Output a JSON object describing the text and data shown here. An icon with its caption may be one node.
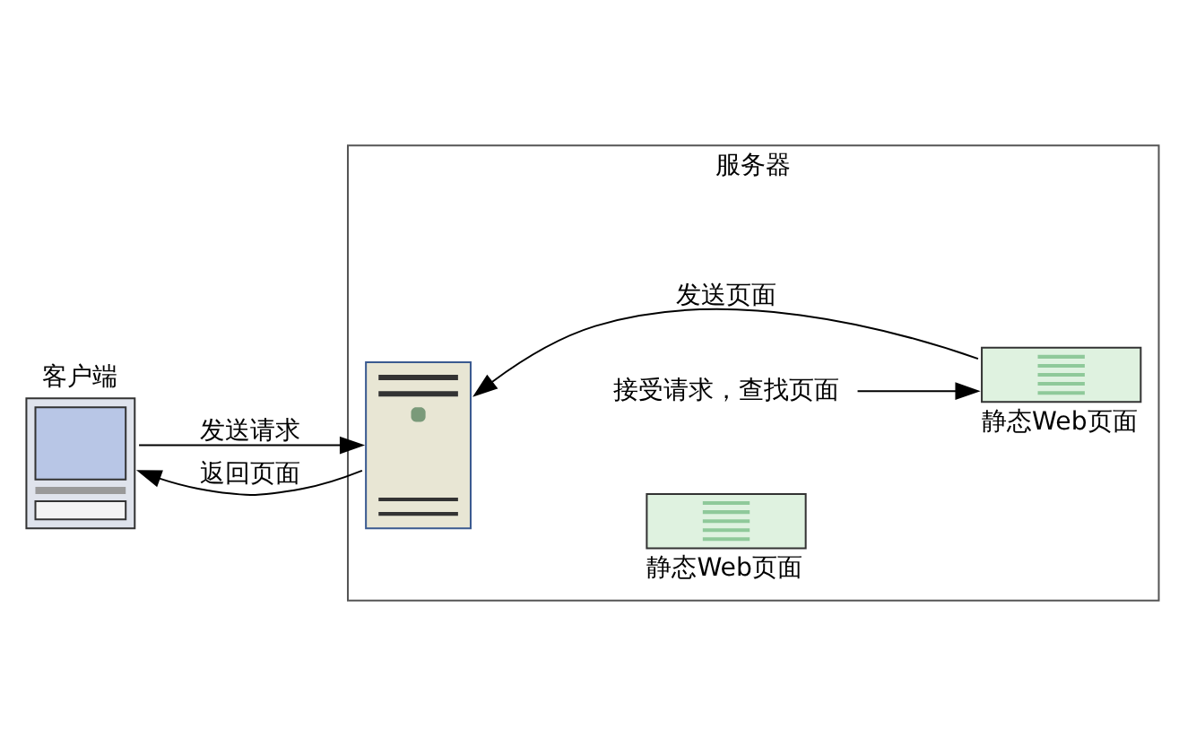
{
  "diagram": {
    "nodes": [
      {
        "text": [],
        "shape": "computer",
        "beside": [
          "客户端"
        ]
      },
      {
        "text": [
          "服务器"
        ]
      },
      {
        "text": [],
        "shape": "server",
        "in": 1
      },
      {
        "text": [],
        "shape": "document",
        "in": 1,
        "beside": [
          "静态Web页面"
        ]
      },
      {
        "text": [
          "接受请求，查找页面"
        ],
        "in": 1
      },
      {
        "text": [],
        "shape": "document",
        "in": 1,
        "beside": [
          "静态Web页面"
        ]
      }
    ],
    "edges": [
      {
        "from": 0,
        "to": 2,
        "arrow": "to",
        "label": "发送请求"
      },
      {
        "from": 2,
        "to": 0,
        "arrow": "to",
        "label": "返回页面"
      },
      {
        "from": 4,
        "to": 5,
        "arrow": "to"
      },
      {
        "from": 5,
        "to": 2,
        "arrow": "to",
        "label": "发送页面"
      }
    ]
  }
}
